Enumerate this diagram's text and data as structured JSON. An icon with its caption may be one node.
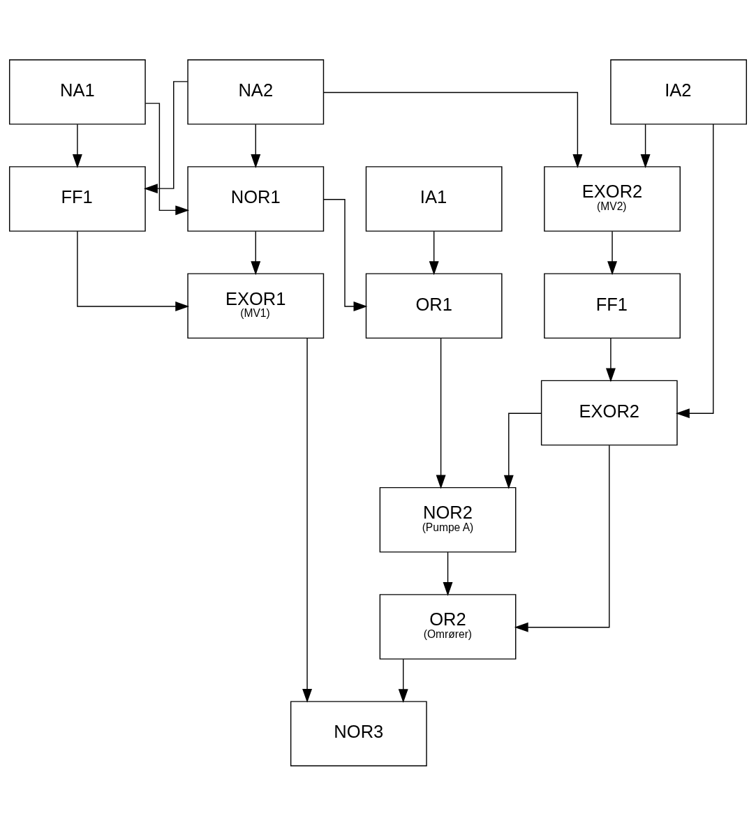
{
  "diagram": {
    "nodes": [
      {
        "text": [
          "NOR1"
        ]
      },
      {
        "text": [
          "NA2"
        ]
      },
      {
        "text": [
          "NA1"
        ]
      },
      {
        "text": [
          "EXOR1",
          "(MV1)"
        ]
      },
      {
        "text": [
          "FF1"
        ]
      },
      {
        "text": [
          "EXOR2",
          "(MV2)"
        ]
      },
      {
        "text": [
          "FF1"
        ]
      },
      {
        "text": [
          "OR1"
        ]
      },
      {
        "text": [
          "IA2"
        ]
      },
      {
        "text": [
          "EXOR2"
        ]
      },
      {
        "text": [
          "IA1"
        ]
      },
      {
        "text": [
          "OR2",
          "(Omrører)"
        ]
      },
      {
        "text": [
          "NOR3"
        ]
      },
      {
        "text": [
          "NOR2",
          "(Pumpe A)"
        ]
      }
    ],
    "edges": [
      {
        "from": 1,
        "to": 0,
        "arrow": "to"
      },
      {
        "from": 2,
        "to": 0,
        "arrow": "to"
      },
      {
        "from": 0,
        "to": 3,
        "arrow": "to"
      },
      {
        "from": 0,
        "to": 7,
        "arrow": "to"
      },
      {
        "from": 1,
        "to": 4,
        "arrow": "to"
      },
      {
        "from": 2,
        "to": 4,
        "arrow": "to"
      },
      {
        "from": 4,
        "to": 3,
        "arrow": "to"
      },
      {
        "from": 1,
        "to": 5,
        "arrow": "to"
      },
      {
        "from": 3,
        "to": 12,
        "arrow": "to"
      },
      {
        "from": 5,
        "to": 6,
        "arrow": "to"
      },
      {
        "from": 8,
        "to": 5,
        "arrow": "to"
      },
      {
        "from": 6,
        "to": 9,
        "arrow": "to"
      },
      {
        "from": 8,
        "to": 9,
        "arrow": "to"
      },
      {
        "from": 10,
        "to": 7,
        "arrow": "to"
      },
      {
        "from": 9,
        "to": 11,
        "arrow": "to"
      },
      {
        "from": 9,
        "to": 13,
        "arrow": "to"
      },
      {
        "from": 7,
        "to": 13,
        "arrow": "to"
      },
      {
        "from": 13,
        "to": 11,
        "arrow": "to"
      },
      {
        "from": 11,
        "to": 12,
        "arrow": "to"
      }
    ]
  }
}
